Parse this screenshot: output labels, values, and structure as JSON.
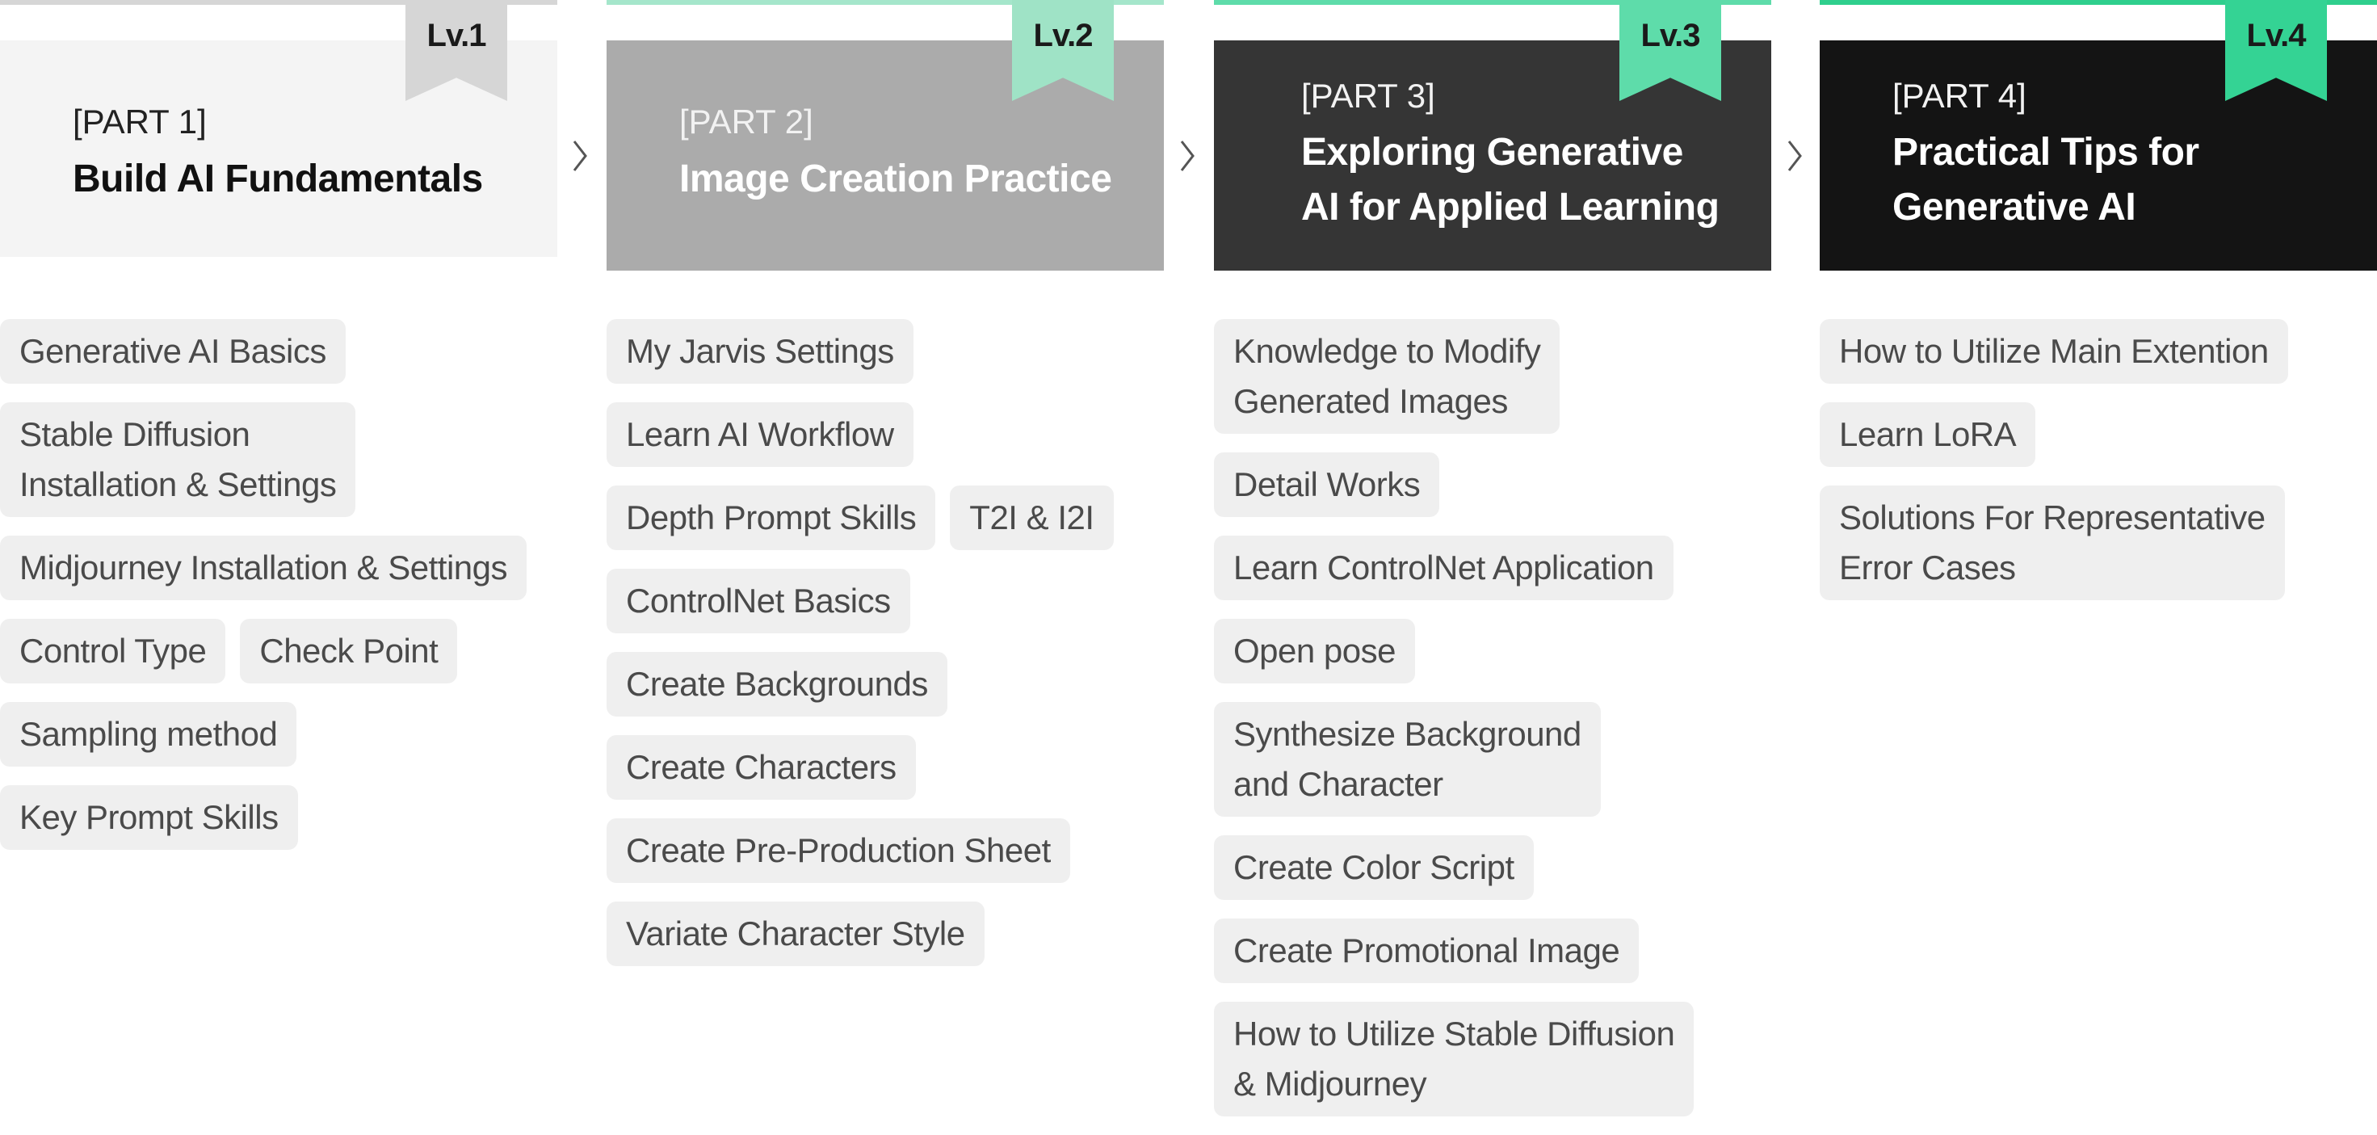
{
  "parts": [
    {
      "level": "Lv.1",
      "part": "[PART 1]",
      "title": "Build AI Fundamentals",
      "colors": {
        "bar": "#d6d6d6",
        "ribbon": "#d6d6d6",
        "header_bg": "#f4f4f4",
        "part_text": "#222222",
        "title_text": "#111111"
      },
      "rows": [
        [
          "Generative AI Basics"
        ],
        [
          "Stable Diffusion\nInstallation & Settings"
        ],
        [
          "Midjourney Installation & Settings"
        ],
        [
          "Control Type",
          "Check Point"
        ],
        [
          "Sampling method"
        ],
        [
          "Key Prompt Skills"
        ]
      ]
    },
    {
      "level": "Lv.2",
      "part": "[PART 2]",
      "title": "Image Creation Practice",
      "colors": {
        "bar": "#a5e6cb",
        "ribbon": "#9fe3c6",
        "header_bg": "#ababab",
        "part_text": "#f2f2f2",
        "title_text": "#ffffff"
      },
      "rows": [
        [
          "My Jarvis Settings"
        ],
        [
          "Learn AI Workflow"
        ],
        [
          "Depth Prompt Skills",
          "T2I & I2I"
        ],
        [
          "ControlNet Basics"
        ],
        [
          "Create Backgrounds"
        ],
        [
          "Create Characters"
        ],
        [
          "Create Pre-Production Sheet"
        ],
        [
          "Variate Character Style"
        ]
      ]
    },
    {
      "level": "Lv.3",
      "part": "[PART 3]",
      "title": "Exploring Generative\nAI for Applied Learning",
      "colors": {
        "bar": "#5edcaa",
        "ribbon": "#5edcaa",
        "header_bg": "#353535",
        "part_text": "#f2f2f2",
        "title_text": "#ffffff"
      },
      "rows": [
        [
          "Knowledge to Modify\nGenerated Images"
        ],
        [
          "Detail Works"
        ],
        [
          "Learn ControlNet Application"
        ],
        [
          "Open pose"
        ],
        [
          "Synthesize Background\nand Character"
        ],
        [
          "Create Color Script"
        ],
        [
          "Create Promotional Image"
        ],
        [
          "How to Utilize Stable Diffusion\n& Midjourney"
        ]
      ]
    },
    {
      "level": "Lv.4",
      "part": "[PART 4]",
      "title": "Practical Tips for\nGenerative AI",
      "colors": {
        "bar": "#2fcf8d",
        "ribbon": "#34d394",
        "header_bg": "#141414",
        "part_text": "#f2f2f2",
        "title_text": "#ffffff"
      },
      "rows": [
        [
          "How to Utilize Main Extention"
        ],
        [
          "Learn LoRA"
        ],
        [
          "Solutions For Representative\nError Cases"
        ]
      ]
    }
  ],
  "icons": {
    "arrow": "chevron-right-icon"
  },
  "colors": {
    "tag_bg": "#efefef",
    "tag_text": "#4a4a4a",
    "chevron": "#555555"
  }
}
